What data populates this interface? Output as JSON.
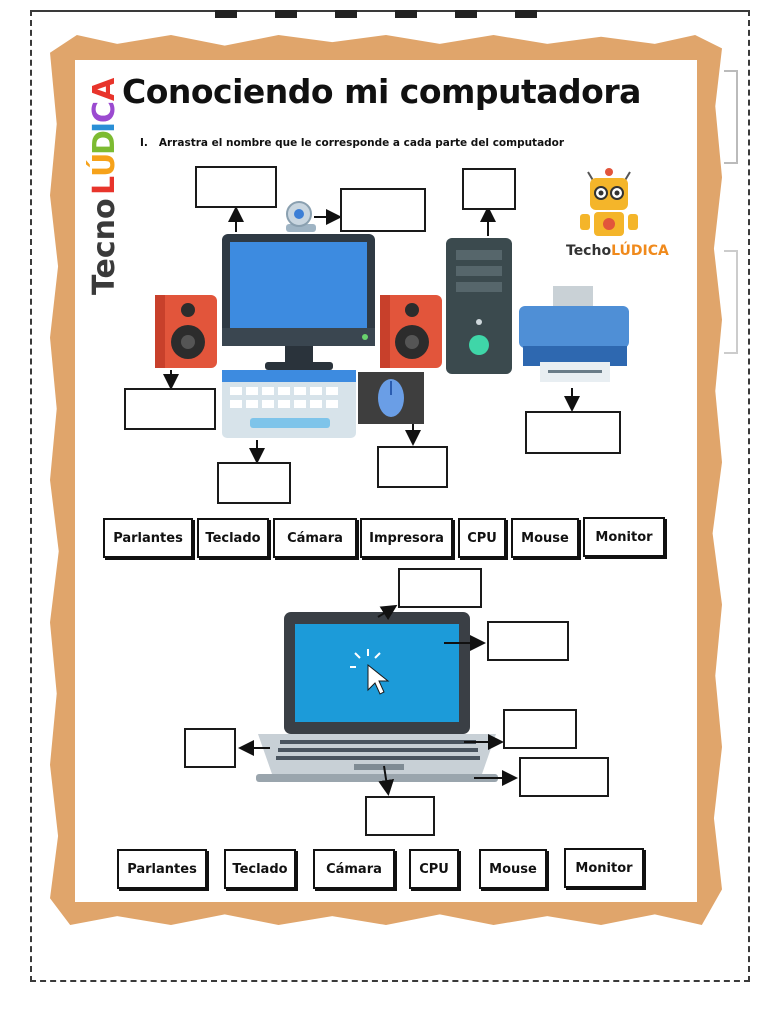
{
  "page": {
    "title": "Conociendo mi computadora",
    "instruction_number": "I.",
    "instruction": "Arrastra el nombre que le corresponde a cada parte del computador",
    "side_brand": "TecnoLÚDICA",
    "robot_brand_a": "Techo",
    "robot_brand_b": "LÚDICA"
  },
  "desktop_words": [
    "Parlantes",
    "Teclado",
    "Cámara",
    "Impresora",
    "CPU",
    "Mouse",
    "Monitor"
  ],
  "laptop_words": [
    "Parlantes",
    "Teclado",
    "Cámara",
    "CPU",
    "Mouse",
    "Monitor"
  ],
  "colors": {
    "frame": "#e0a56b",
    "monitor_screen": "#3d8be0",
    "speaker": "#e2553b",
    "cpu_case": "#3b4a4e",
    "printer": "#4f8fd6",
    "laptop_screen": "#1c9bd9"
  },
  "icons": [
    "camera-icon",
    "monitor-icon",
    "speaker-icon",
    "keyboard-icon",
    "mouse-icon",
    "cpu-icon",
    "printer-icon",
    "robot-icon",
    "laptop-icon",
    "cursor-icon"
  ]
}
